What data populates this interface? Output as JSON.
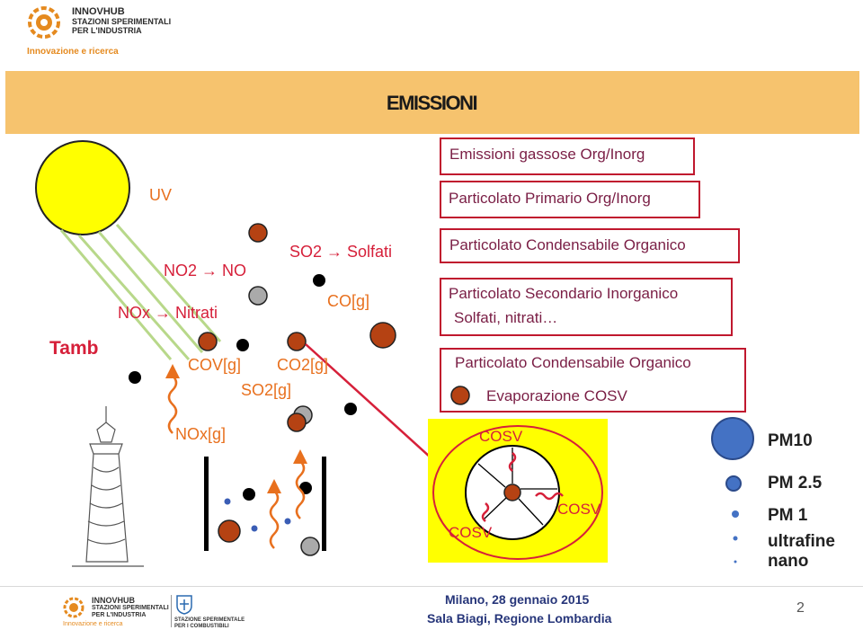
{
  "header": {
    "logo_line1": "INNOVHUB",
    "logo_line2": "STAZIONI SPERIMENTALI",
    "logo_line3": "PER L'INDUSTRIA",
    "tagline": "Innovazione e ricerca"
  },
  "banner": {
    "title": "EMISSIONI"
  },
  "left_diagram": {
    "uv": "UV",
    "tamb": "Tamb",
    "nox_nitrati": "NOx → Nitrati",
    "no2_no": "NO2 → NO",
    "so2_solfati": "SO2 → Solfati",
    "co": "CO[g]",
    "cov": "COV[g]",
    "co2": "CO2[g]",
    "so2": "SO2[g]",
    "nox": "NOx[g]"
  },
  "right_boxes": {
    "box1": "Emissioni gassose Org/Inorg",
    "box2": "Particolato Primario Org/Inorg",
    "box3": "Particolato Condensabile Organico",
    "box4_line1": "Particolato Secondario Inorganico",
    "box4_line2": "Solfati, nitrati…",
    "box5_line1": "Particolato Condensabile Organico",
    "box5_line2": "Evaporazione COSV"
  },
  "particle_diagram": {
    "cosv_top": "COSV",
    "cosv_right": "COSV",
    "cosv_bottom": "COSV"
  },
  "size_legend": {
    "pm10": "PM10",
    "pm25": "PM 2.5",
    "pm1": "PM 1",
    "ultrafine": "ultrafine",
    "nano": "nano"
  },
  "footer": {
    "logo1_line1": "INNOVHUB",
    "logo1_line2": "STAZIONI SPERIMENTALI",
    "logo1_line3": "PER L'INDUSTRIA",
    "logo1_tagline": "Innovazione e ricerca",
    "logo2_line1": "STAZIONE SPERIMENTALE",
    "logo2_line2": "PER I COMBUSTIBILI",
    "event_line1": "Milano, 28 gennaio 2015",
    "event_line2": "Sala Biagi, Regione Lombardia",
    "page_number": "2"
  }
}
